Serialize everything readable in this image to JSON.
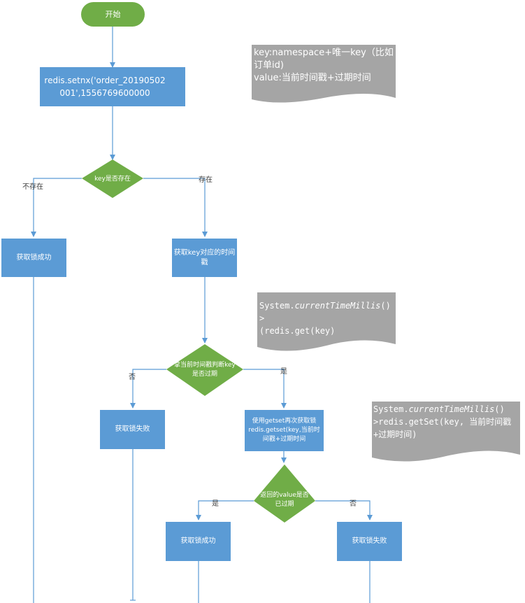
{
  "nodes": {
    "start": "开始",
    "setnx": "redis.setnx('order_20190502001',1556769600000",
    "key_exists_check": "key是否存在",
    "acquire_success_1": "获取锁成功",
    "get_key_timestamp": "获取key对应的时间戳",
    "expired_check": "拿当前时间戳判断key是否过期",
    "acquire_fail_1": "获取锁失败",
    "getset_retry": "使用getset再次获取锁redis.getset(key,当前时间戳+过期时间",
    "returned_value_check": "返回的value是否已过期",
    "acquire_success_2": "获取锁成功",
    "acquire_fail_2": "获取锁失败"
  },
  "edge_labels": {
    "not_exists": "不存在",
    "exists": "存在",
    "no_1": "否",
    "yes_1": "是",
    "yes_2": "是",
    "no_2": "否"
  },
  "notes": {
    "key_value": "key:namespace+唯一key（比如订单id)\n value:当前时间戳+过期时间",
    "compare_prefix": "System.",
    "compare_method": "currentTimeMillis",
    "compare_suffix": "() >\n(redis.get(key)",
    "getset_prefix": "System.",
    "getset_method": "currentTimeMillis",
    "getset_suffix": "()\n>redis.getSet(key, 当前时间戳+过期时间)"
  },
  "colors": {
    "terminal_green": "#70ad47",
    "process_blue": "#5b9bd5",
    "decision_green": "#70ad47",
    "note_gray": "#a5a5a5",
    "connector": "#5b9bd5"
  }
}
